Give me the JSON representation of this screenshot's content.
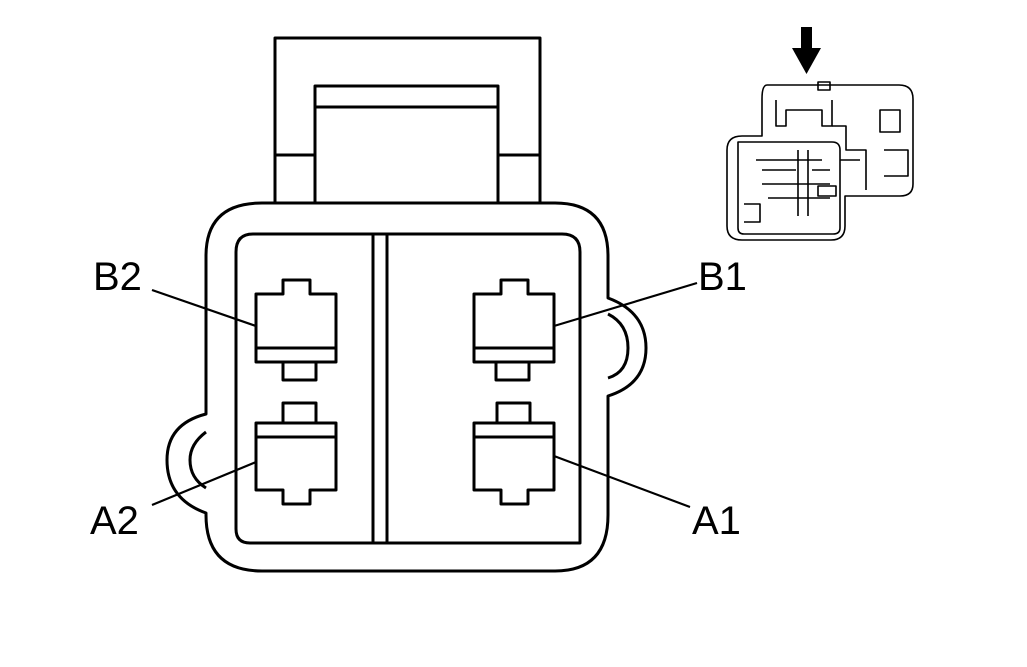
{
  "diagram": {
    "pins": {
      "B2": {
        "label": "B2"
      },
      "B1": {
        "label": "B1"
      },
      "A2": {
        "label": "A2"
      },
      "A1": {
        "label": "A1"
      }
    },
    "colors": {
      "stroke": "#000000",
      "fill": "#ffffff"
    }
  }
}
